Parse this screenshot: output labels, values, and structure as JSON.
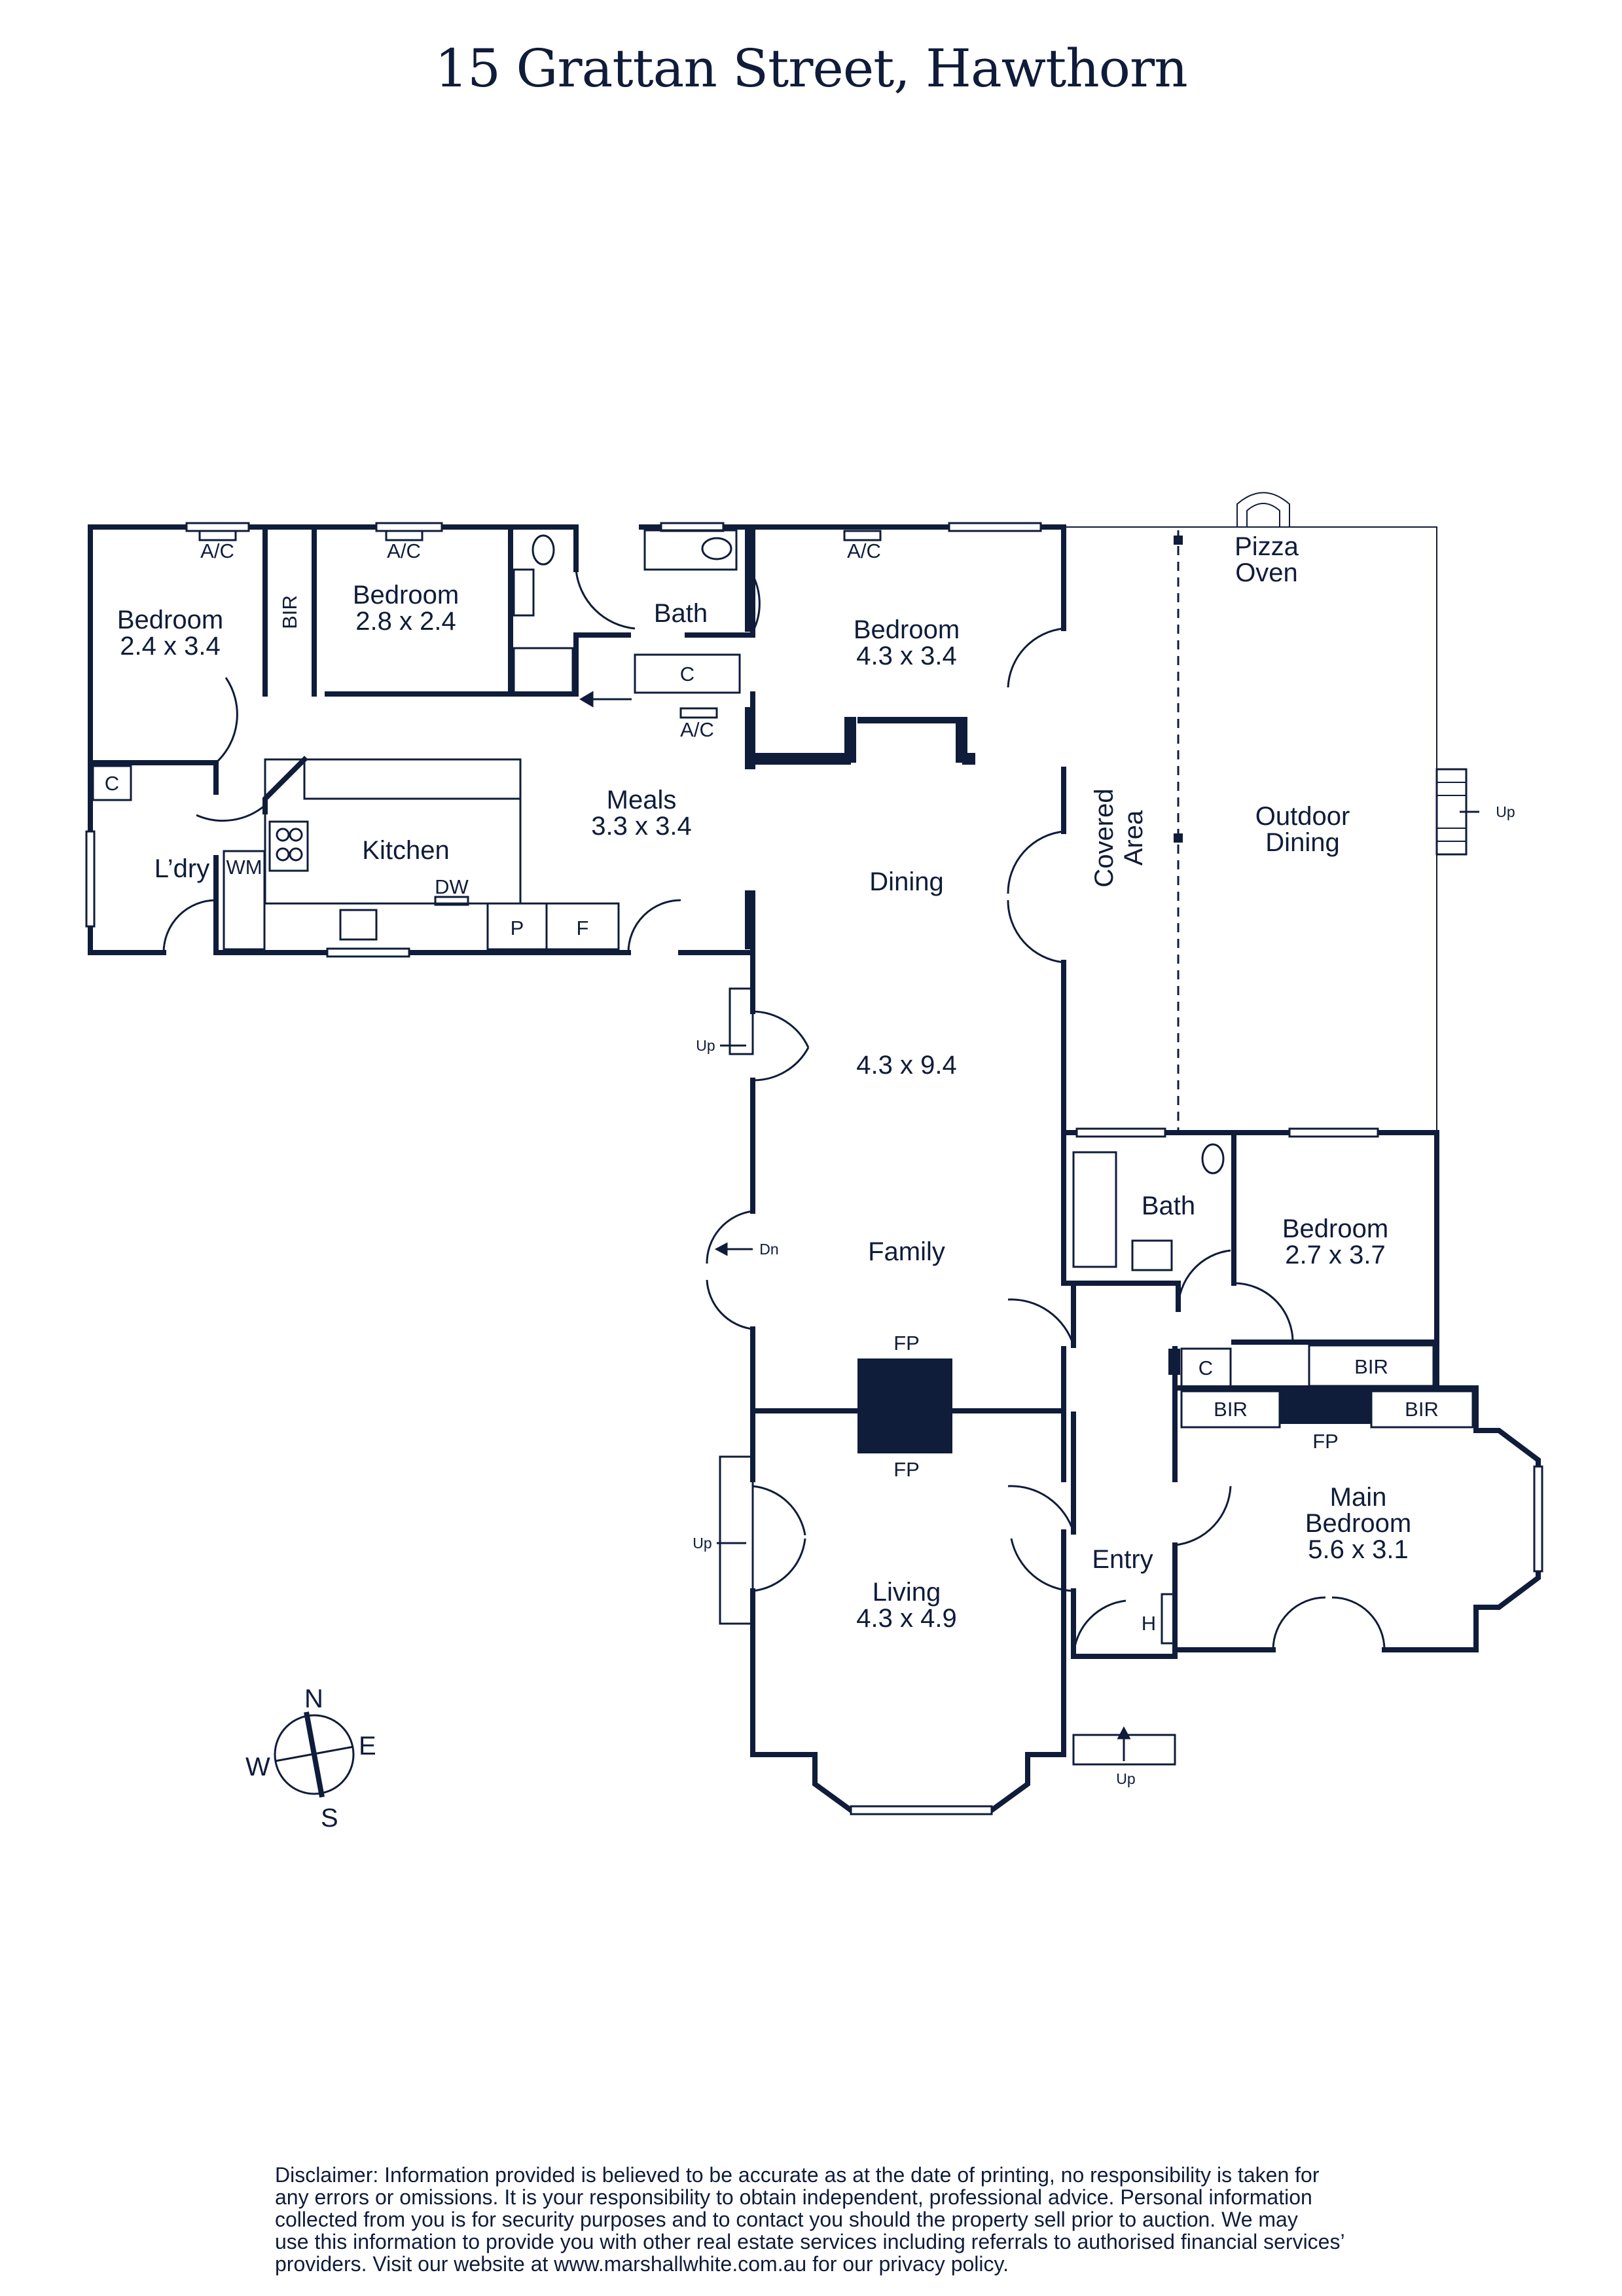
{
  "title": "15 Grattan Street, Hawthorn",
  "rooms": {
    "bedroom_a": {
      "name": "Bedroom",
      "dims": "2.4 x 3.4"
    },
    "bedroom_b": {
      "name": "Bedroom",
      "dims": "2.8 x 2.4"
    },
    "bedroom_c": {
      "name": "Bedroom",
      "dims": "4.3 x 3.4"
    },
    "bedroom_d": {
      "name": "Bedroom",
      "dims": "2.7 x 3.7"
    },
    "main_bedroom": {
      "line1": "Main",
      "line2": "Bedroom",
      "dims": "5.6 x 3.1"
    },
    "bath_top": "Bath",
    "bath_mid": "Bath",
    "meals": {
      "name": "Meals",
      "dims": "3.3 x 3.4"
    },
    "kitchen": "Kitchen",
    "laundry": "L’dry",
    "dining": "Dining",
    "dining_family_dims": "4.3 x 9.4",
    "family": "Family",
    "living": {
      "name": "Living",
      "dims": "4.3 x 4.9"
    },
    "entry": "Entry",
    "covered_area": {
      "line1": "Covered",
      "line2": "Area"
    },
    "outdoor_dining": {
      "line1": "Outdoor",
      "line2": "Dining"
    },
    "pizza_oven": {
      "line1": "Pizza",
      "line2": "Oven"
    }
  },
  "fixtures": {
    "ac": "A/C",
    "bir": "BIR",
    "c": "C",
    "wm": "WM",
    "dw": "DW",
    "p": "P",
    "f": "F",
    "fp": "FP",
    "h": "H",
    "up": "Up",
    "dn": "Dn"
  },
  "compass": {
    "n": "N",
    "e": "E",
    "s": "S",
    "w": "W"
  },
  "colors": {
    "wall": "#0f1c3a",
    "background": "#ffffff"
  },
  "disclaimer": [
    "Disclaimer: Information provided is believed to be accurate as at the date of printing, no responsibility is taken for",
    "any errors or omissions. It is your responsibility to obtain independent, professional advice. Personal information",
    "collected from you is for security purposes and to contact you should the property sell prior to auction. We may",
    "use this information to provide you with other real estate services including referrals to authorised financial services’",
    "providers. Visit our website at www.marshallwhite.com.au for our privacy policy."
  ]
}
